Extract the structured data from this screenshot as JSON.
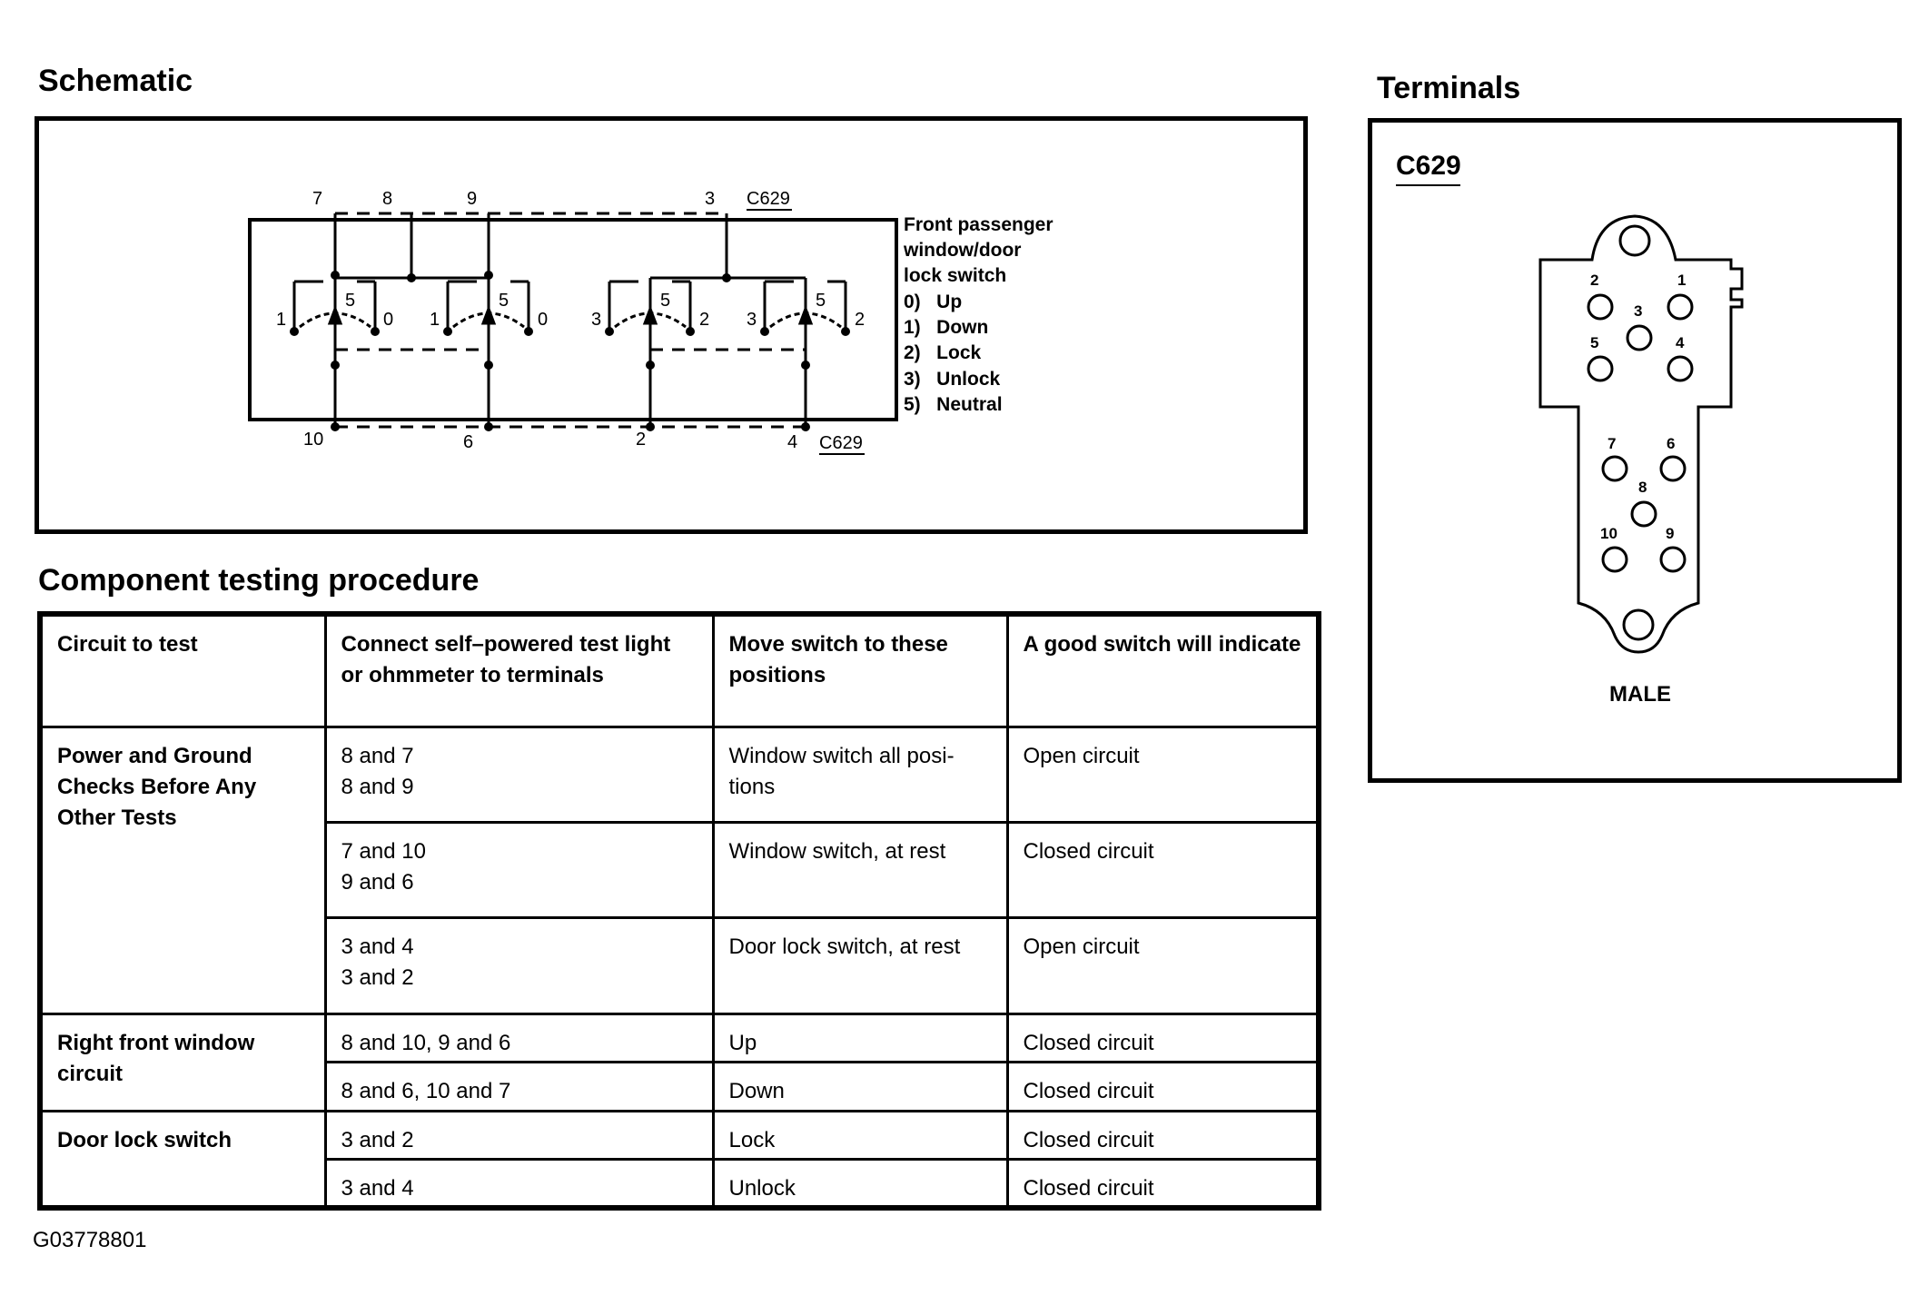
{
  "schematic": {
    "heading": "Schematic",
    "connector": "C629",
    "top_terminals": [
      "7",
      "8",
      "9",
      "3"
    ],
    "bottom_terminals": [
      "10",
      "6",
      "2",
      "4"
    ],
    "switch_labels": {
      "win_a": [
        "1",
        "5",
        "0"
      ],
      "win_b": [
        "1",
        "5",
        "0"
      ],
      "lock_a": [
        "3",
        "5",
        "2"
      ],
      "lock_b": [
        "3",
        "5",
        "2"
      ]
    },
    "legend": [
      "Front passenger",
      "window/door",
      "lock switch",
      "0)   Up",
      "1)   Down",
      "2)   Lock",
      "3)   Unlock",
      "5)   Neutral"
    ]
  },
  "terminals": {
    "heading": "Terminals",
    "connector": "C629",
    "pins": [
      "2",
      "1",
      "3",
      "5",
      "4",
      "7",
      "6",
      "8",
      "10",
      "9"
    ],
    "gender": "MALE"
  },
  "procedure": {
    "heading": "Component testing procedure",
    "headers": [
      [
        "Circuit to test"
      ],
      [
        "Connect self–powered test light",
        "or ohmmeter to terminals"
      ],
      [
        "Move switch to these",
        "positions"
      ],
      [
        "A good switch will indicate"
      ]
    ],
    "groups": [
      {
        "circuit": [
          "Power and Ground",
          "Checks Before Any",
          "Other Tests"
        ],
        "rows": [
          {
            "terminals": [
              "8 and 7",
              "8 and 9"
            ],
            "position": [
              "Window switch all posi-",
              "tions"
            ],
            "result": "Open circuit"
          },
          {
            "terminals": [
              "7 and 10",
              "9 and 6"
            ],
            "position": [
              "Window switch, at rest"
            ],
            "result": "Closed circuit"
          },
          {
            "terminals": [
              "3 and 4",
              "3 and 2"
            ],
            "position": [
              "Door lock switch, at rest"
            ],
            "result": "Open circuit"
          }
        ]
      },
      {
        "circuit": [
          "Right front window",
          "circuit"
        ],
        "rows": [
          {
            "terminals": [
              "8 and 10, 9 and 6"
            ],
            "position": [
              "Up"
            ],
            "result": "Closed circuit"
          },
          {
            "terminals": [
              "8 and 6, 10 and 7"
            ],
            "position": [
              "Down"
            ],
            "result": "Closed circuit"
          }
        ]
      },
      {
        "circuit": [
          "Door lock switch"
        ],
        "rows": [
          {
            "terminals": [
              "3 and 2"
            ],
            "position": [
              "Lock"
            ],
            "result": "Closed circuit"
          },
          {
            "terminals": [
              "3 and 4"
            ],
            "position": [
              "Unlock"
            ],
            "result": "Closed circuit"
          }
        ]
      }
    ]
  },
  "figure_id": "G03778801"
}
